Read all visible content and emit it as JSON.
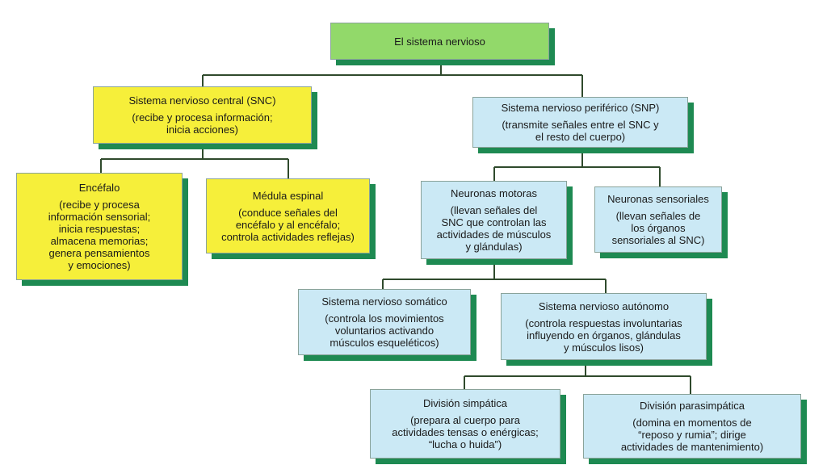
{
  "nodes": {
    "root": {
      "title": "El sistema nervioso"
    },
    "snc": {
      "title": "Sistema nervioso central (SNC)",
      "desc": "(recibe y procesa información;\ninicia acciones)"
    },
    "snp": {
      "title": "Sistema nervioso periférico (SNP)",
      "desc": "(transmite señales entre el SNC y\nel resto del cuerpo)"
    },
    "encefalo": {
      "title": "Encéfalo",
      "desc": "(recibe y procesa\ninformación sensorial;\ninicia respuestas;\nalmacena memorias;\ngenera pensamientos\ny emociones)"
    },
    "medula": {
      "title": "Médula espinal",
      "desc": "(conduce señales del\nencéfalo y al encéfalo;\ncontrola actividades reflejas)"
    },
    "motoras": {
      "title": "Neuronas motoras",
      "desc": "(llevan señales del\nSNC que controlan las\nactividades de músculos\ny glándulas)"
    },
    "sensoriales": {
      "title": "Neuronas sensoriales",
      "desc": "(llevan señales de\nlos órganos\nsensoriales al SNC)"
    },
    "somatico": {
      "title": "Sistema nervioso somático",
      "desc": "(controla los movimientos\nvoluntarios activando\nmúsculos esqueléticos)"
    },
    "autonomo": {
      "title": "Sistema nervioso autónomo",
      "desc": "(controla respuestas involuntarias\ninfluyendo en órganos, glándulas\ny músculos lisos)"
    },
    "simpatica": {
      "title": "División simpática",
      "desc": "(prepara al cuerpo para\nactividades tensas o enérgicas;\n“lucha o huida”)"
    },
    "parasimpatica": {
      "title": "División parasimpática",
      "desc": "(domina en momentos de\n“reposo y rumia”; dirige\nactividades de mantenimiento)"
    }
  },
  "colors": {
    "root": "#92d96a",
    "central": "#f6ef3a",
    "peripheral": "#cbe9f5",
    "shadow": "#1e8a52",
    "connector": "#2f4a2c"
  }
}
